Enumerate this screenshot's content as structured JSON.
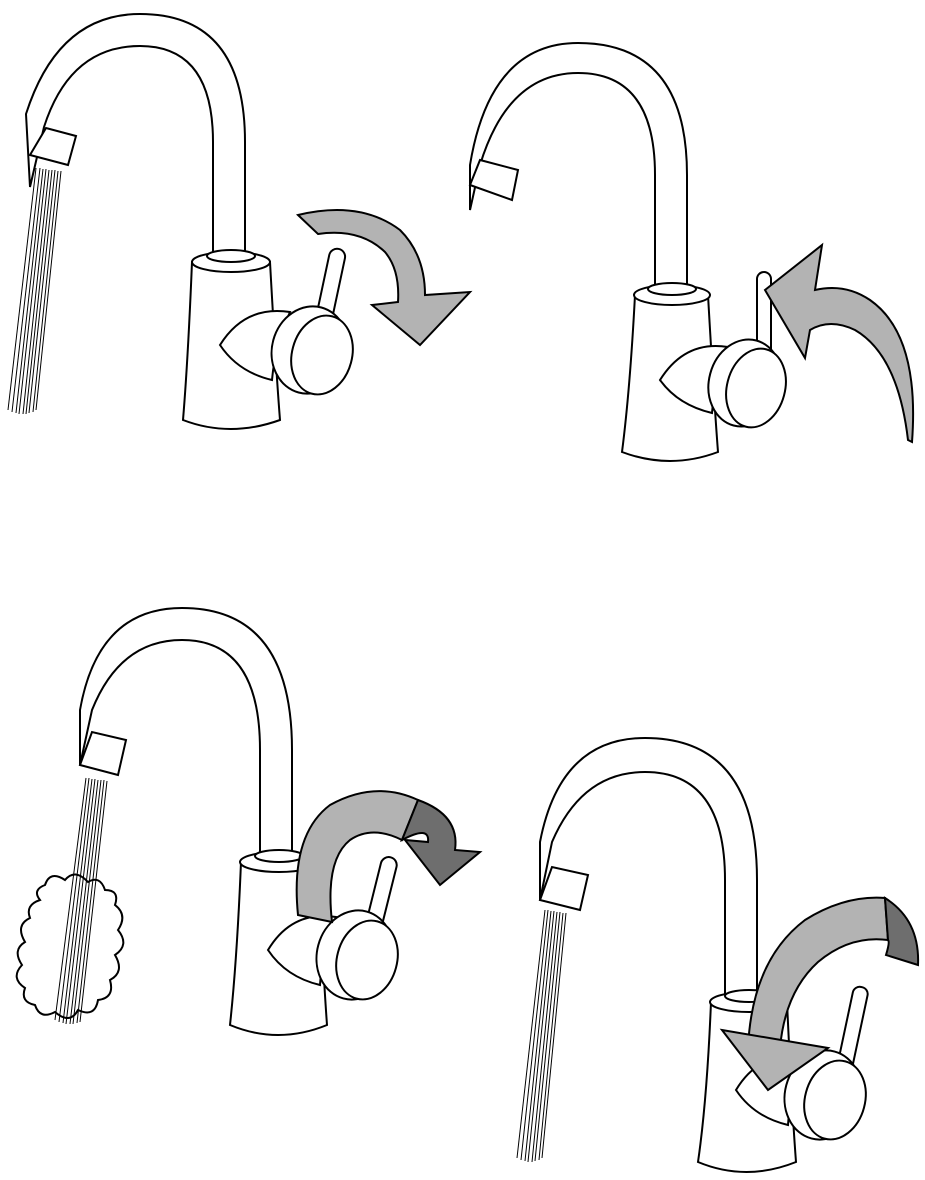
{
  "illustration": {
    "colors": {
      "line": "#000000",
      "fill": "#ffffff",
      "arrow_light": "#b3b3b3",
      "arrow_dark": "#6e6e6e"
    },
    "steps": [
      {
        "id": "open",
        "arrow": "curved-arrow-down-right",
        "water": true,
        "steam": false
      },
      {
        "id": "close",
        "arrow": "curved-arrow-up-left",
        "water": false,
        "steam": false
      },
      {
        "id": "hot",
        "arrow": "ribbon-arrow-clockwise",
        "water": true,
        "steam": true
      },
      {
        "id": "cold",
        "arrow": "ribbon-arrow-counterclockwise",
        "water": true,
        "steam": false
      }
    ]
  }
}
